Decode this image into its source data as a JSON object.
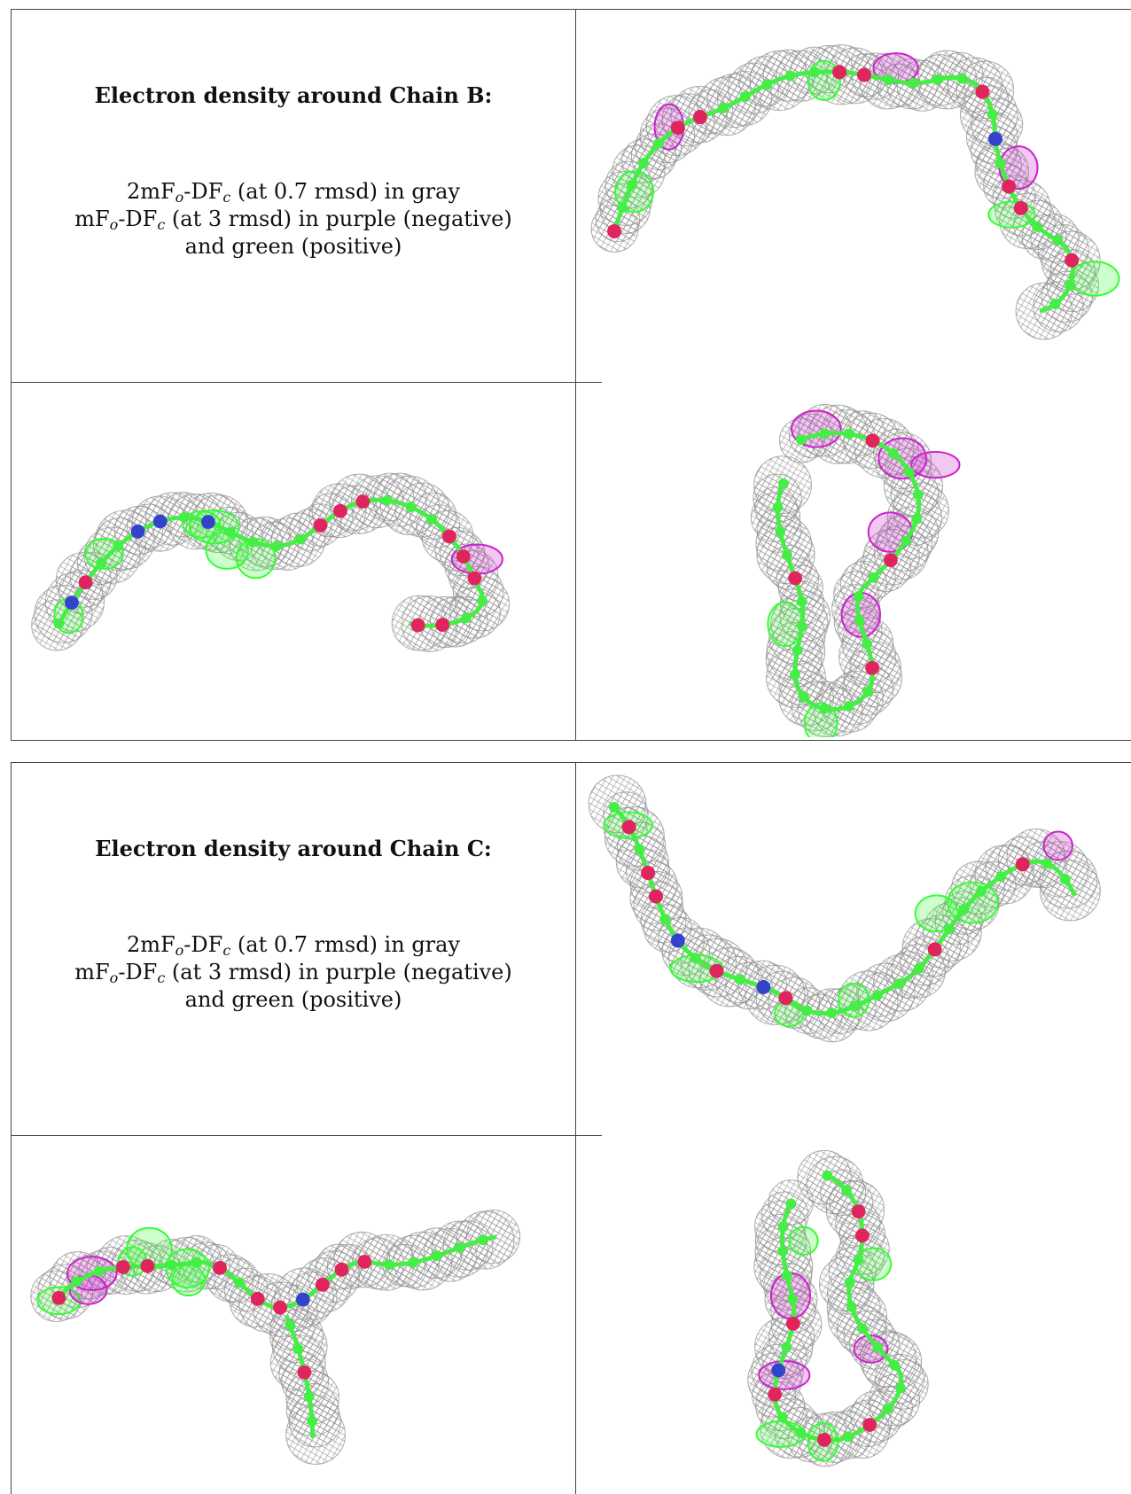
{
  "chain_b": {
    "title": "Electron density around Chain B:",
    "line1": {
      "pre": "2mF",
      "s1": "o",
      "mid": "-DF",
      "s2": "c",
      "post": " (at 0.7 rmsd) in gray"
    },
    "line2": {
      "pre": "mF",
      "s1": "o",
      "mid": "-DF",
      "s2": "c",
      "post": " (at 3 rmsd) in purple (negative)"
    },
    "line3": "and green (positive)"
  },
  "chain_c": {
    "title": "Electron density around Chain C:",
    "line1": {
      "pre": "2mF",
      "s1": "o",
      "mid": "-DF",
      "s2": "c",
      "post": " (at 0.7 rmsd) in gray"
    },
    "line2": {
      "pre": "mF",
      "s1": "o",
      "mid": "-DF",
      "s2": "c",
      "post": " (at 3 rmsd) in purple (negative)"
    },
    "line3": "and green (positive)"
  },
  "colors": {
    "density_2fofc": "#9a9a9a",
    "difference_negative": "#cc22cc",
    "difference_positive": "#33ff33",
    "oxygen": "#e0245e",
    "nitrogen": "#3344cc",
    "carbon": "#44ee44"
  }
}
